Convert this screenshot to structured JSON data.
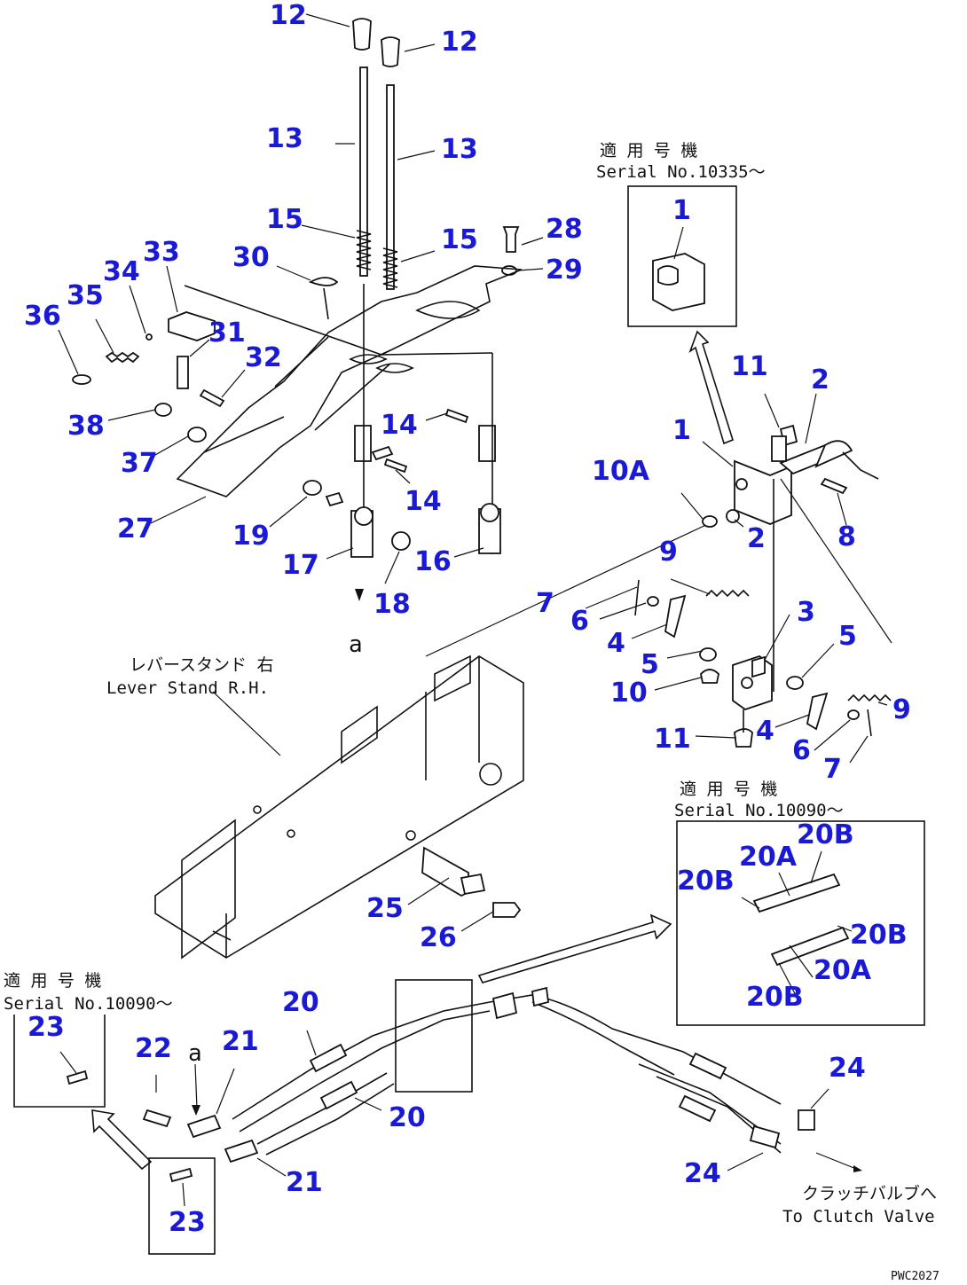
{
  "labels": {
    "n12a": "12",
    "n12b": "12",
    "n13a": "13",
    "n13b": "13",
    "n15a": "15",
    "n15b": "15",
    "n28": "28",
    "n29": "29",
    "n30": "30",
    "n33": "33",
    "n34": "34",
    "n35": "35",
    "n36": "36",
    "n31": "31",
    "n32": "32",
    "n38": "38",
    "n37": "37",
    "n27": "27",
    "n14a": "14",
    "n14b": "14",
    "n19": "19",
    "n17": "17",
    "n18": "18",
    "n16": "16",
    "n1a": "1",
    "n1b": "1",
    "n11a": "11",
    "n2a": "2",
    "n10A": "10A",
    "n2b": "2",
    "n8": "8",
    "n9a": "9",
    "n7a": "7",
    "n6a": "6",
    "n4a": "4",
    "n5a": "5",
    "n3": "3",
    "n5b": "5",
    "n10": "10",
    "n11b": "11",
    "n4b": "4",
    "n9b": "9",
    "n6b": "6",
    "n7b": "7",
    "n20B1": "20B",
    "n20A1": "20A",
    "n20B2": "20B",
    "n20B3": "20B",
    "n20A2": "20A",
    "n20B4": "20B",
    "n25": "25",
    "n26": "26",
    "n20a": "20",
    "n20b": "20",
    "n21a": "21",
    "n21b": "21",
    "n22": "22",
    "n23a": "23",
    "n23b": "23",
    "n24a": "24",
    "n24b": "24"
  },
  "notes": {
    "serial_top_jp": "適 用 号 機",
    "serial_top": "Serial No.10335〜",
    "lever_stand_jp": "レバースタンド 右",
    "lever_stand": "Lever Stand R.H.",
    "serial_right_jp": "適 用 号 機",
    "serial_right": "Serial No.10090〜",
    "serial_left_jp": "適 用 号 機",
    "serial_left": "Serial No.10090〜",
    "clutch_jp": "クラッチバルブへ",
    "clutch": "To Clutch Valve",
    "view_a1": "a",
    "view_a2": "a",
    "code": "PWC2027"
  }
}
